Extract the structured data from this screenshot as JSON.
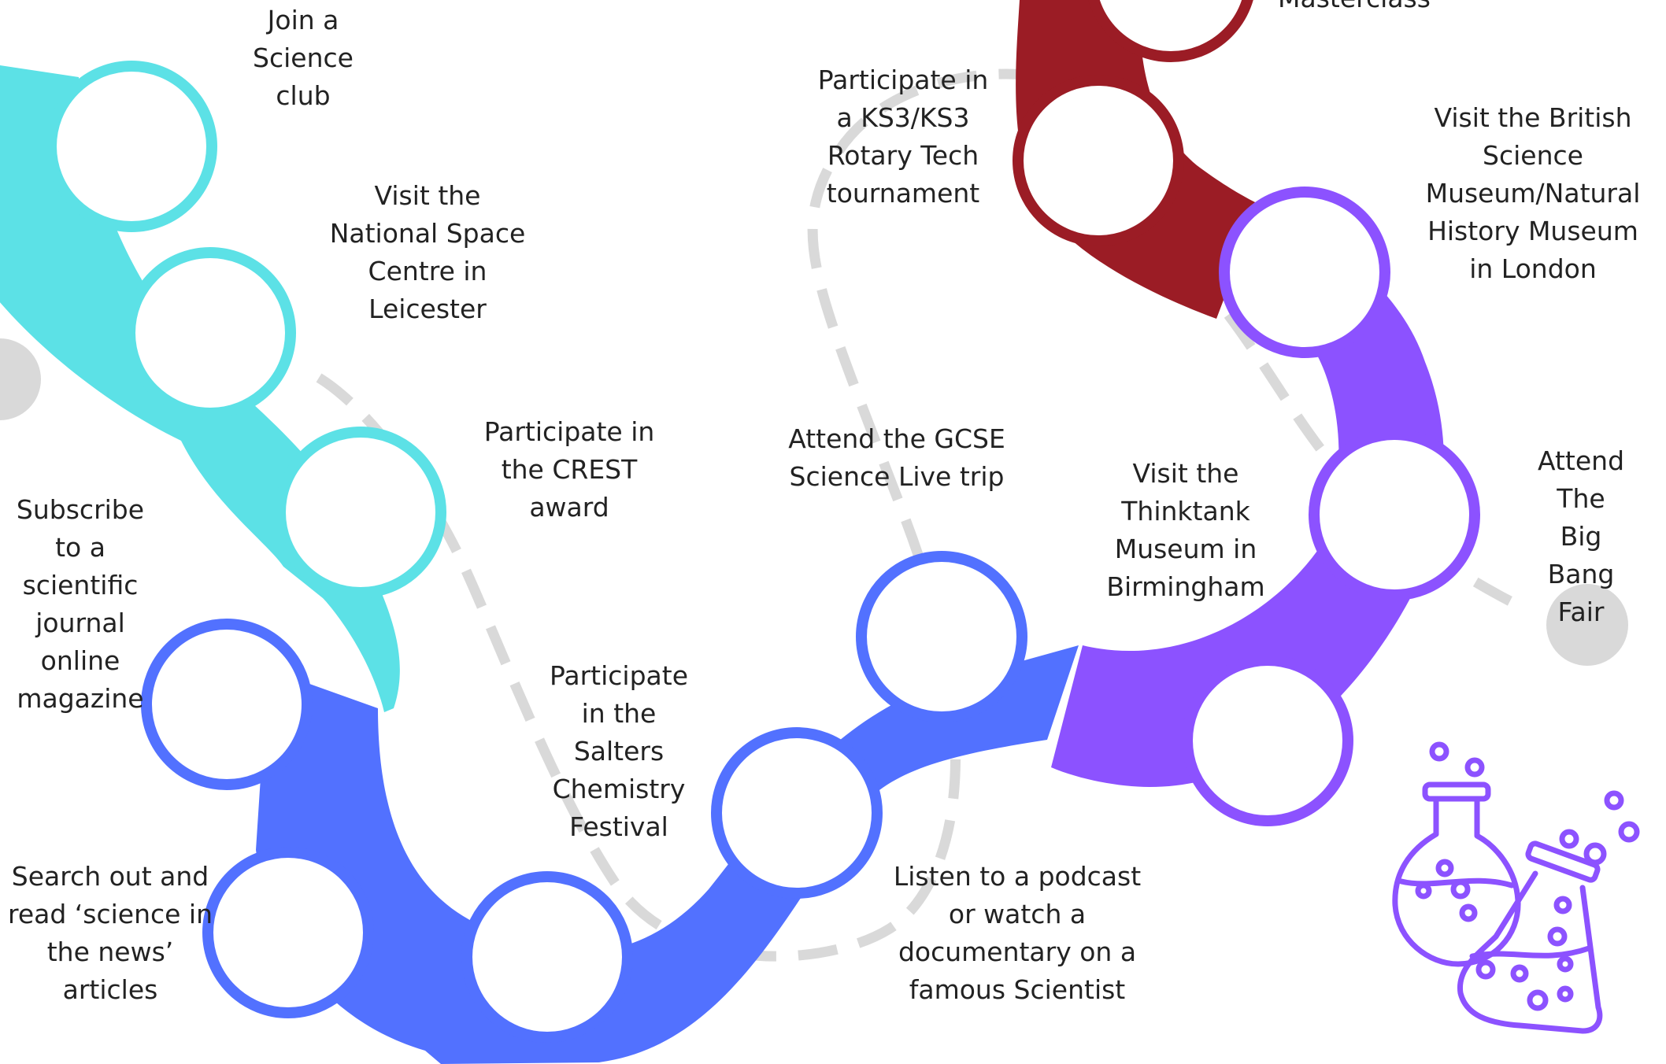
{
  "colors": {
    "teal": "#5ce1e6",
    "blue": "#5271ff",
    "purple": "#8c52ff",
    "red": "#9b1c25",
    "dash": "#d9d9d9",
    "text": "#222222"
  },
  "path": {
    "segments": [
      {
        "name": "teal-segment",
        "color": "teal"
      },
      {
        "name": "blue-segment",
        "color": "blue"
      },
      {
        "name": "purple-segment",
        "color": "purple"
      },
      {
        "name": "red-segment",
        "color": "red"
      }
    ]
  },
  "milestones": [
    {
      "id": "science-club",
      "label": "Join a\nScience\nclub",
      "color": "teal"
    },
    {
      "id": "national-space-centre",
      "label": "Visit the\nNational Space\nCentre in\nLeicester",
      "color": "teal"
    },
    {
      "id": "crest-award",
      "label": "Participate in\nthe CREST\naward",
      "color": "teal"
    },
    {
      "id": "scientific-journal",
      "label": "Subscribe\nto a\nscientific\njournal\nonline\nmagazine",
      "color": "blue"
    },
    {
      "id": "science-in-news",
      "label": "Search out and\nread ‘science in\nthe news’\narticles",
      "color": "blue"
    },
    {
      "id": "salters-festival",
      "label": "Participate\nin the\nSalters\nChemistry\nFestival",
      "color": "blue"
    },
    {
      "id": "podcast-documentary",
      "label": "Listen to a podcast\nor watch a\ndocumentary on a\nfamous Scientist",
      "color": "blue"
    },
    {
      "id": "gcse-science-live",
      "label": "Attend the GCSE\nScience Live trip",
      "color": "blue"
    },
    {
      "id": "thinktank-museum",
      "label": "Visit the\nThinktank\nMuseum in\nBirmingham",
      "color": "purple"
    },
    {
      "id": "big-bang-fair",
      "label": "Attend The\nBig Bang\nFair",
      "color": "purple"
    },
    {
      "id": "british-museum",
      "label": "Visit the British\nScience\nMuseum/Natural\nHistory Museum\nin London",
      "color": "purple"
    },
    {
      "id": "rotary-tech",
      "label": "Participate in\na KS3/KS3\nRotary Tech\ntournament",
      "color": "red"
    },
    {
      "id": "masterclass",
      "label": "Masterclass",
      "color": "red"
    }
  ],
  "icons": {
    "flasks": "chemistry-flasks-icon",
    "start_dot": "start-dot-icon",
    "end_dot": "end-dot-icon"
  }
}
